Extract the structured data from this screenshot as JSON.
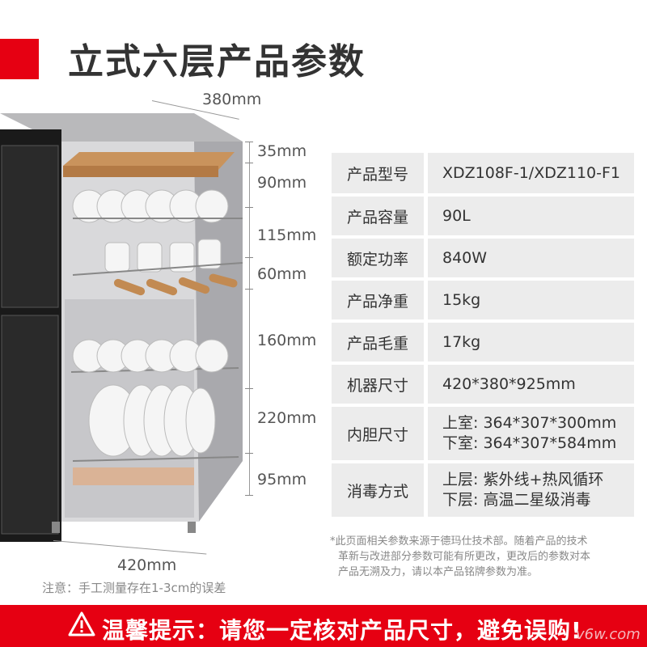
{
  "title": "立式六层产品参数",
  "dimensions": {
    "width_top": "380mm",
    "width_bottom": "420mm",
    "layers": [
      "35mm",
      "90mm",
      "115mm",
      "60mm",
      "160mm",
      "220mm",
      "95mm"
    ]
  },
  "specs": [
    {
      "label": "产品型号",
      "values": [
        "XDZ108F-1/XDZ110-F1"
      ]
    },
    {
      "label": "产品容量",
      "values": [
        "90L"
      ]
    },
    {
      "label": "额定功率",
      "values": [
        "840W"
      ]
    },
    {
      "label": "产品净重",
      "values": [
        "15kg"
      ]
    },
    {
      "label": "产品毛重",
      "values": [
        "17kg"
      ]
    },
    {
      "label": "机器尺寸",
      "values": [
        "420*380*925mm"
      ]
    },
    {
      "label": "内胆尺寸",
      "values": [
        "上室: 364*307*300mm",
        "下室: 364*307*584mm"
      ]
    },
    {
      "label": "消毒方式",
      "values": [
        "上层: 紫外线+热风循环",
        "下层: 高温二星级消毒"
      ]
    }
  ],
  "disclaimer": [
    "*此页面相关参数来源于德玛仕技术部。随着产品的技术",
    "革新与改进部分参数可能有所更改，更改后的参数对本",
    "产品无溯及力，请以本产品铭牌参数为准。"
  ],
  "note": "注意：手工测量存在1-3cm的误差",
  "warning": "温馨提示：请您一定核对产品尺寸，避免误购!",
  "watermark": "v6w.com",
  "colors": {
    "accent": "#e60012",
    "cell_bg": "#ececec"
  }
}
